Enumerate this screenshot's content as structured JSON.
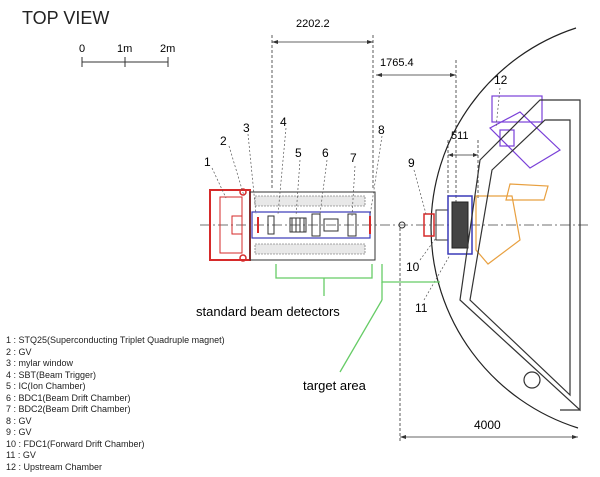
{
  "title": "TOP VIEW",
  "scale": {
    "ticks": [
      "0",
      "1m",
      "2m"
    ]
  },
  "dimensions": {
    "d1": "2202.2",
    "d2": "1765.4",
    "d3": "511",
    "d4": "4000"
  },
  "item_numbers": [
    "1",
    "2",
    "3",
    "4",
    "5",
    "6",
    "7",
    "8",
    "9",
    "10",
    "11",
    "12"
  ],
  "labels": {
    "standard": "standard beam detectors",
    "target": "target area"
  },
  "legend": [
    "1 : STQ25(Superconducting Triplet Quadruple magnet)",
    "2 : GV",
    "3 : mylar window",
    "4 : SBT(Beam Trigger)",
    "5 : IC(Ion Chamber)",
    "6 : BDC1(Beam Drift Chamber)",
    "7 : BDC2(Beam Drift Chamber)",
    "8 : GV",
    "9 : GV",
    "10 : FDC1(Forward Drift Chamber)",
    "11 : GV",
    "12 : Upstream Chamber"
  ],
  "colors": {
    "magnet": "#d62a2a",
    "beamline": "#3a3ab8",
    "gv": "#7a40d8",
    "fdc": "#e8a040",
    "bracket": "#66cc66"
  }
}
